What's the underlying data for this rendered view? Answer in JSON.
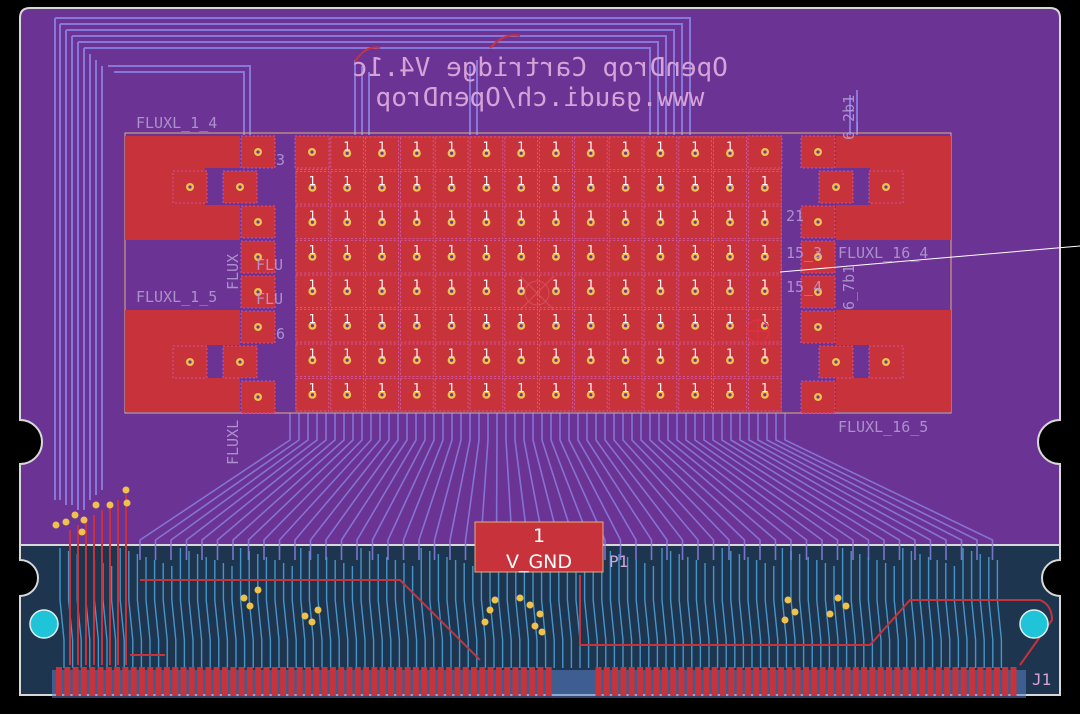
{
  "board": {
    "title_line1": "OpenDrop Cartridge V4.1c",
    "title_line2": "www.gaudi.ch/OpenDrop"
  },
  "labels": {
    "fluxl_1_4": "FLUXL_1_4",
    "fluxl_1_5": "FLUXL_1_5",
    "fluxl_16_4": "FLUXL_16_4",
    "fluxl_16_5": "FLUXL_16_5",
    "flux_vertical": "FLUXL",
    "flux_vertical2": "FLUX",
    "flux_frag1": "FLU",
    "flux_frag2": "FLU",
    "ref_2b1": "6_2b1",
    "ref_7b1": "6_7b1",
    "ref_15_3": "15_3",
    "ref_15_4": "15_4",
    "ref_3": "3",
    "ref_6": "6",
    "ref_21": "21",
    "connector_ref": "J1",
    "p1_ref": "P1",
    "p1_pin": "1",
    "p1_net": "V_GND",
    "electrode_pad_number": "1"
  },
  "colors": {
    "background": "#000000",
    "board_top": "#6b3394",
    "board_bottom": "#1f3a55",
    "copper_front": "#c8323a",
    "copper_back": "#4aa0d6",
    "trace_back": "#8a7fe0",
    "via_fill": "#f0c14b",
    "outline": "#d8d8d8",
    "mounting_hole": "#20c4d8"
  },
  "electrode_grid": {
    "columns": 14,
    "rows": 8
  }
}
